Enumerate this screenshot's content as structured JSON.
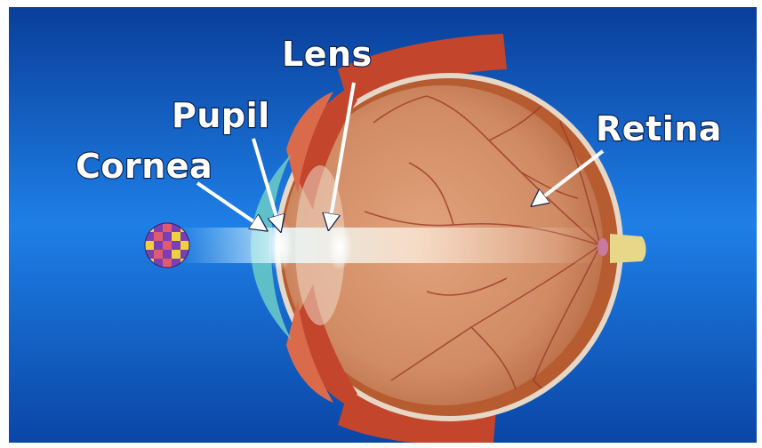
{
  "labels": {
    "lens": "Lens",
    "pupil": "Pupil",
    "cornea": "Cornea",
    "retina": "Retina"
  },
  "colors": {
    "background_top": "#0a3e9a",
    "background_mid": "#1e7fe6",
    "background_bottom": "#0a46a6",
    "eye_interior": "#d7956f",
    "sclera_rim": "#c2452c",
    "retina_layer": "#b65c30",
    "blood_vessel": "#9a3b29",
    "cornea": "#67c8c8",
    "optic_nerve": "#e8d689",
    "label_text": "#ffffff",
    "arrow": "#ffffff"
  },
  "icons": [
    "checkered-ball-icon"
  ]
}
